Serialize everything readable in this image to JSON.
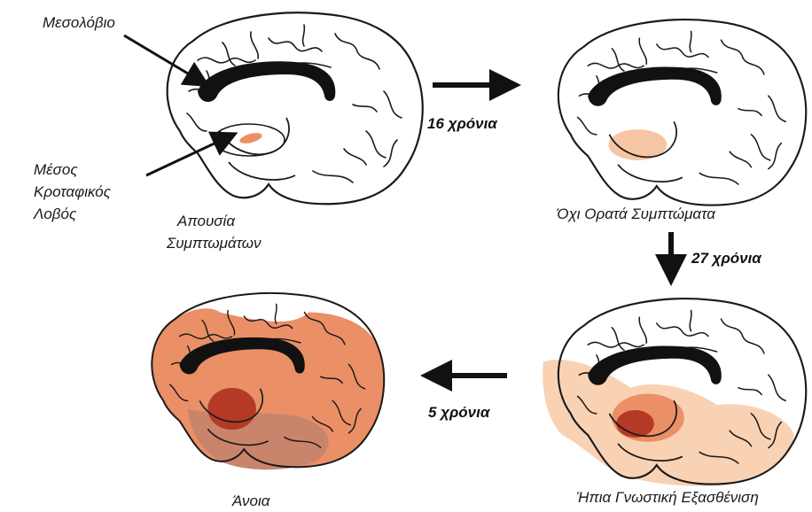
{
  "stages": [
    {
      "caption_line1": "Απουσία",
      "caption_line2": "Συμπτωμάτων"
    },
    {
      "caption": "Όχι Ορατά Συμπτώματα"
    },
    {
      "caption": "Ήπια Γνωστική Εξασθένιση"
    },
    {
      "caption": "Άνοια"
    }
  ],
  "anatomy": {
    "mesolobio": "Μεσολόβιο",
    "temporal_1": "Μέσος",
    "temporal_2": "Κροταφικός",
    "temporal_3": "Λοβός"
  },
  "transitions": {
    "t1": "16 χρόνια",
    "t2": "27 χρόνια",
    "t3": "5 χρόνια"
  },
  "colors": {
    "outline": "#1a1a1a",
    "callosum": "#111111",
    "light_orange": "#f6c6a4",
    "medium_orange": "#eb8f66",
    "dark_red": "#b53a26",
    "spread_pale": "#f9d2b4"
  }
}
